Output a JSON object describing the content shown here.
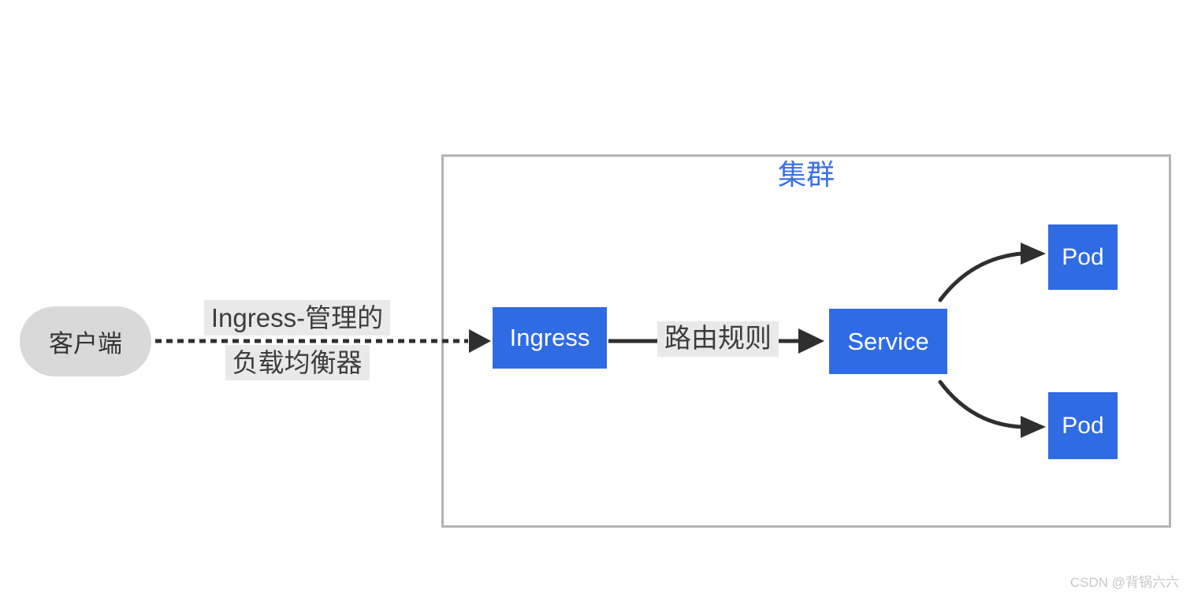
{
  "diagram": {
    "cluster": {
      "label": "集群"
    },
    "client": {
      "label": "客户端"
    },
    "nodes": {
      "ingress": {
        "label": "Ingress"
      },
      "service": {
        "label": "Service"
      },
      "pod1": {
        "label": "Pod"
      },
      "pod2": {
        "label": "Pod"
      }
    },
    "edges": {
      "client_to_ingress": {
        "style": "dashed-arrow",
        "label_line1": "Ingress-管理的",
        "label_line2": "负载均衡器"
      },
      "ingress_to_service": {
        "style": "solid-arrow",
        "label": "路由规则"
      },
      "service_to_pod1": {
        "style": "curved-arrow",
        "label": ""
      },
      "service_to_pod2": {
        "style": "curved-arrow",
        "label": ""
      }
    }
  },
  "watermark": "CSDN @背锅六六",
  "colors": {
    "node_blue": "#2f6be3",
    "node_text": "#ffffff",
    "client_fill": "#d9d9d9",
    "client_text": "#333333",
    "cluster_border": "#b4b4b4",
    "cluster_label_color": "#3a70e8",
    "edge": "#2f2f2f",
    "label_bg": "#e9e9e9",
    "label_text": "#3d3d3d",
    "watermark_color": "#c8c8c8"
  }
}
